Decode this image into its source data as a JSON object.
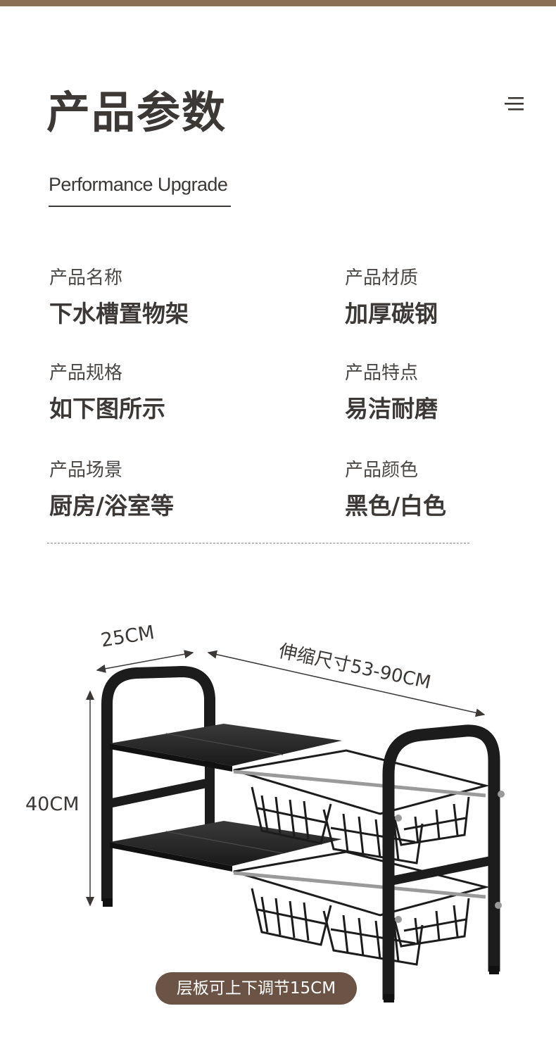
{
  "colors": {
    "top_bar": "#8a6f55",
    "pill": "#6b5446",
    "rack": "#1e1e1e"
  },
  "header": {
    "title": "产品参数",
    "subtitle": "Performance Upgrade",
    "menu_icon": "menu-icon"
  },
  "specs": [
    {
      "label": "产品名称",
      "value": "下水槽置物架"
    },
    {
      "label": "产品材质",
      "value": "加厚碳钢"
    },
    {
      "label": "产品规格",
      "value": "如下图所示"
    },
    {
      "label": "产品特点",
      "value": "易洁耐磨"
    },
    {
      "label": "产品场景",
      "value": "厨房/浴室等"
    },
    {
      "label": "产品颜色",
      "value": "黑色/白色"
    }
  ],
  "dimensions": {
    "width": "25CM",
    "length": "伸缩尺寸53-90CM",
    "height": "40CM"
  },
  "note": "层板可上下调节15CM"
}
